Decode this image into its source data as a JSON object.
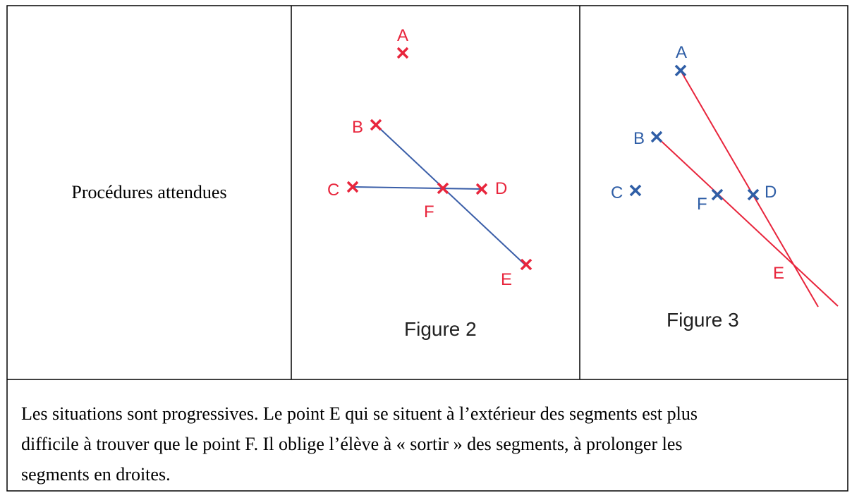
{
  "label_cell": "Procédures attendues",
  "figure2": {
    "caption": "Figure 2",
    "point_color": "#e8253c",
    "line_color": "#3a5ea8",
    "points": [
      {
        "id": "A",
        "label": "A"
      },
      {
        "id": "B",
        "label": "B"
      },
      {
        "id": "C",
        "label": "C"
      },
      {
        "id": "D",
        "label": "D"
      },
      {
        "id": "E",
        "label": "E"
      },
      {
        "id": "F",
        "label": "F"
      }
    ]
  },
  "figure3": {
    "caption": "Figure 3",
    "point_color": "#2f5ea6",
    "label_color_E": "#e8253c",
    "line_color": "#e8253c",
    "points": [
      {
        "id": "A",
        "label": "A"
      },
      {
        "id": "B",
        "label": "B"
      },
      {
        "id": "C",
        "label": "C"
      },
      {
        "id": "D",
        "label": "D"
      },
      {
        "id": "E",
        "label": "E"
      },
      {
        "id": "F",
        "label": "F"
      }
    ]
  },
  "description": {
    "line1": "Les situations sont progressives. Le point E qui se situent à l’extérieur des segments est plus",
    "line2": "difficile à trouver que le point F. Il oblige l’élève à « sortir » des segments, à prolonger les",
    "line3": "segments en droites."
  }
}
